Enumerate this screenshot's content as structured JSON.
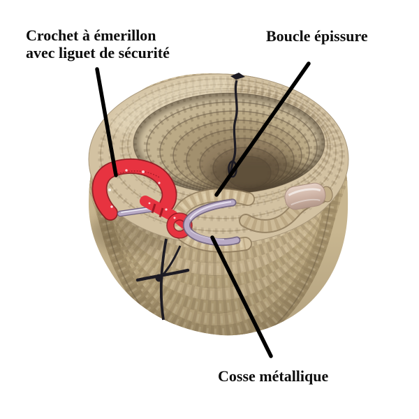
{
  "labels": {
    "hook": {
      "line1": "Crochet à émerillon",
      "line2": "avec liguet de sécurité"
    },
    "splice": {
      "text": "Boucle épissure"
    },
    "thimble": {
      "text": "Cosse métallique"
    }
  },
  "colors": {
    "background": "#ffffff",
    "label_text": "#0d0d0d",
    "annotation_line": "#000000",
    "rope_base": "#c8b690",
    "rope_highlight": "#e8dbbb",
    "rope_shadow": "#8a7658",
    "hole_shadow": "#473b2c",
    "hook_red": "#e73340",
    "hook_red_dark": "#8f121c",
    "metal_gray": "#b9abc6",
    "metal_gray_dark": "#6e6180",
    "twine_black": "#1d1b23",
    "tape_pink": "#cdb2a4"
  }
}
